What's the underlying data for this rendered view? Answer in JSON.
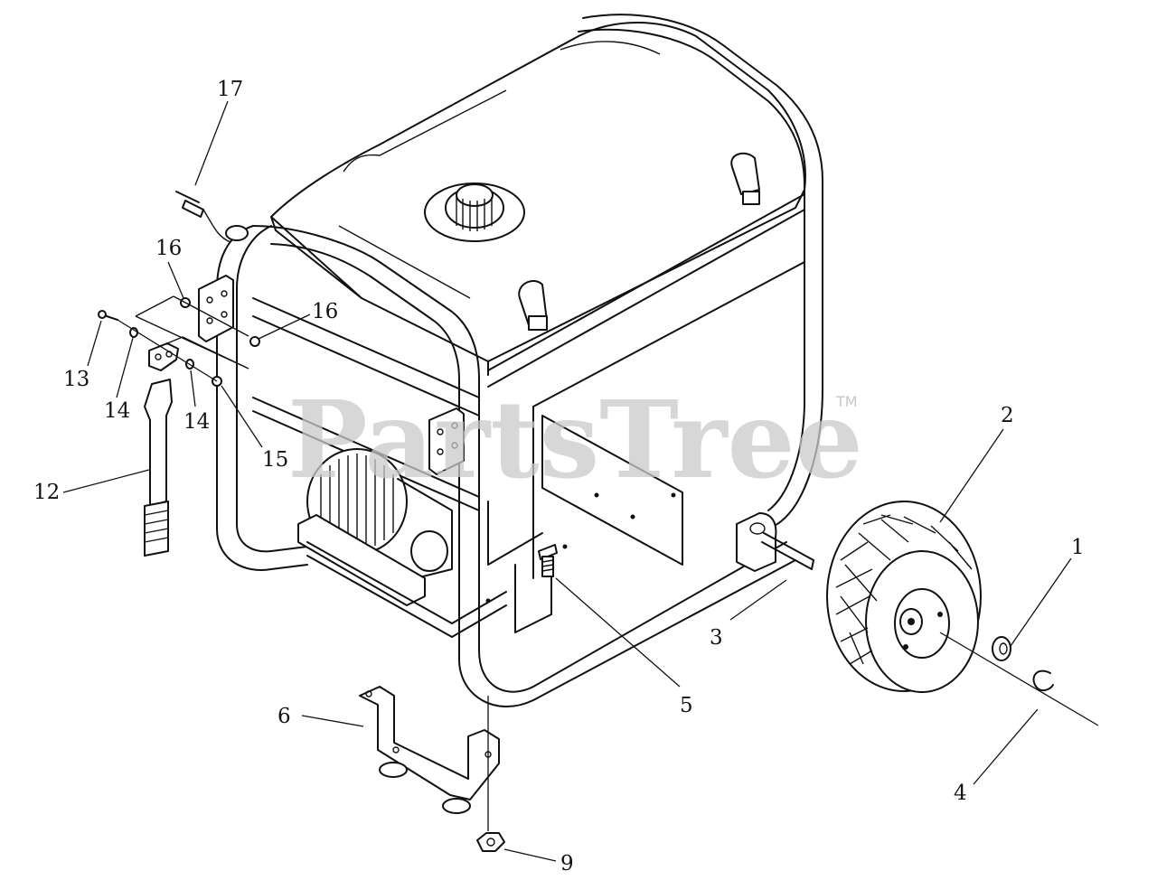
{
  "watermark": {
    "text": "PartsTree",
    "trademark": "TM"
  },
  "callouts": [
    {
      "id": "1",
      "label": "1"
    },
    {
      "id": "2",
      "label": "2"
    },
    {
      "id": "3",
      "label": "3"
    },
    {
      "id": "4",
      "label": "4"
    },
    {
      "id": "5",
      "label": "5"
    },
    {
      "id": "6",
      "label": "6"
    },
    {
      "id": "9",
      "label": "9"
    },
    {
      "id": "12",
      "label": "12"
    },
    {
      "id": "13",
      "label": "13"
    },
    {
      "id": "14a",
      "label": "14"
    },
    {
      "id": "14b",
      "label": "14"
    },
    {
      "id": "15",
      "label": "15"
    },
    {
      "id": "16a",
      "label": "16"
    },
    {
      "id": "16b",
      "label": "16"
    },
    {
      "id": "17",
      "label": "17"
    }
  ]
}
